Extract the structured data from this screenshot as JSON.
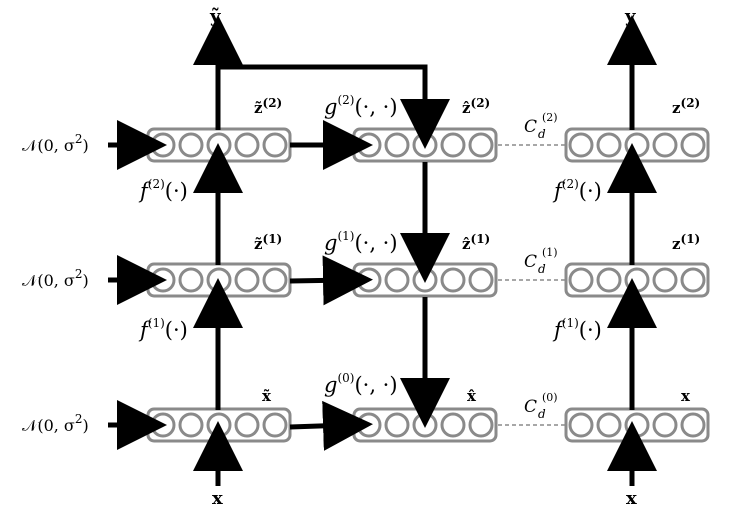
{
  "top_outputs": {
    "y_tilde": "ỹ",
    "y": "y"
  },
  "bottom_inputs": {
    "x_left": "x",
    "x_right": "x"
  },
  "noise": {
    "main": "𝒩(0, σ",
    "sup": "2",
    "close": ")"
  },
  "encoder_fns": {
    "f2": {
      "base": "f",
      "sup": "(2)",
      "arg": "(·)"
    },
    "f1": {
      "base": "f",
      "sup": "(1)",
      "arg": "(·)"
    }
  },
  "decoder_fns": {
    "g2": {
      "base": "g",
      "sup": "(2)",
      "arg": "(·, ·)"
    },
    "g1": {
      "base": "g",
      "sup": "(1)",
      "arg": "(·, ·)"
    },
    "g0": {
      "base": "g",
      "sup": "(0)",
      "arg": "(·, ·)"
    }
  },
  "costs": {
    "c2": {
      "base": "C",
      "sub": "d",
      "sup": "(2)"
    },
    "c1": {
      "base": "C",
      "sub": "d",
      "sup": "(1)"
    },
    "c0": {
      "base": "C",
      "sub": "d",
      "sup": "(0)"
    }
  },
  "vectors": {
    "z2_tilde": {
      "base": "z̃",
      "sup": "(2)"
    },
    "z1_tilde": {
      "base": "z̃",
      "sup": "(1)"
    },
    "x_tilde": {
      "base": "x̃"
    },
    "z2_hat": {
      "base": "ẑ",
      "sup": "(2)"
    },
    "z1_hat": {
      "base": "ẑ",
      "sup": "(1)"
    },
    "x_hat": {
      "base": "x̂"
    },
    "z2": {
      "base": "z",
      "sup": "(2)"
    },
    "z1": {
      "base": "z",
      "sup": "(1)"
    },
    "x_clean": {
      "base": "x"
    }
  },
  "colors": {
    "layer_stroke": "#8a8a8a",
    "arrow": "#000000",
    "dashed_link": "#8a8a8a"
  }
}
